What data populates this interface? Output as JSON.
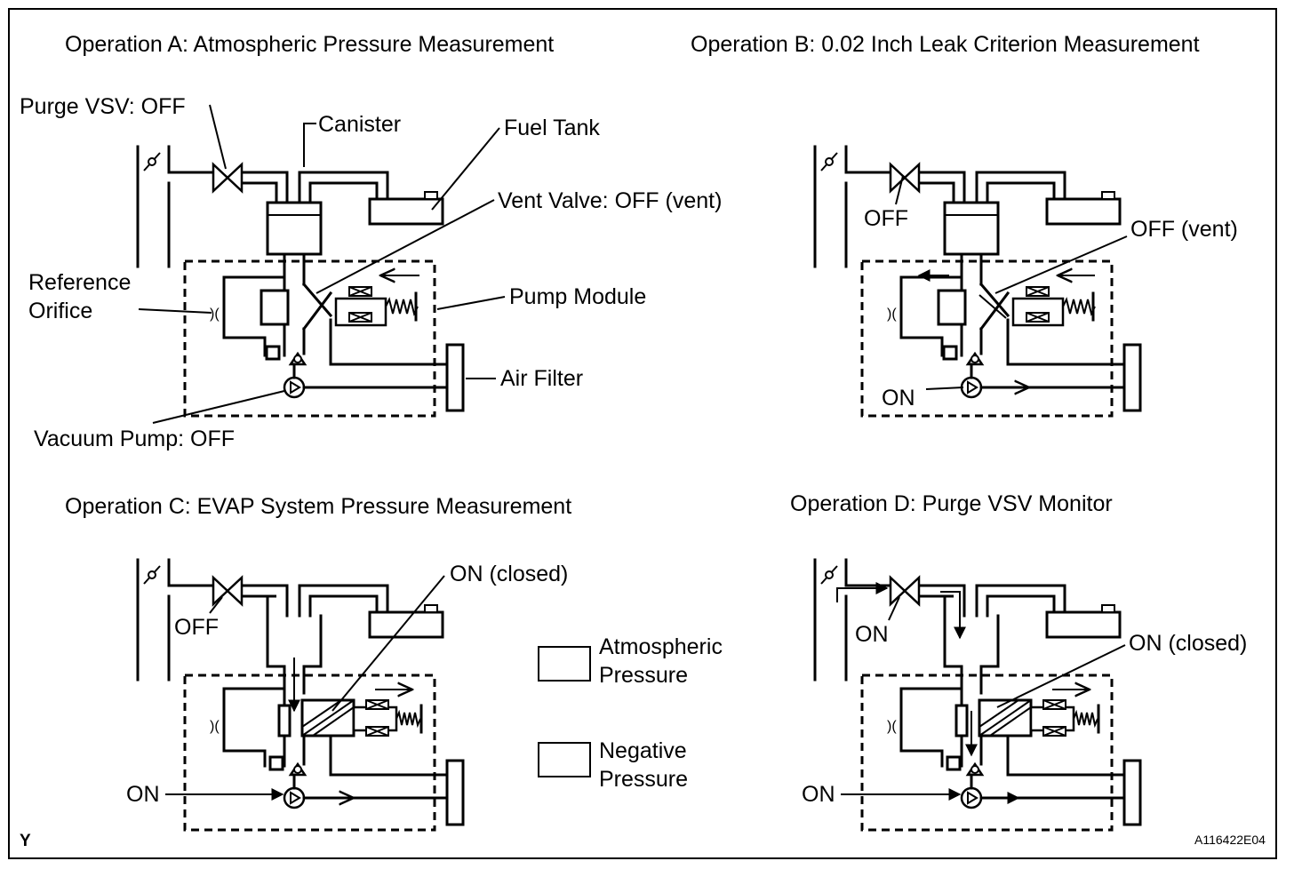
{
  "panels": {
    "a": {
      "title": "Operation A: Atmospheric Pressure Measurement",
      "purge_vsv": "Purge VSV: OFF",
      "canister": "Canister",
      "fuel_tank": "Fuel Tank",
      "vent_valve": "Vent Valve: OFF (vent)",
      "reference_orifice_1": "Reference",
      "reference_orifice_2": "Orifice",
      "pump_module": "Pump Module",
      "air_filter": "Air Filter",
      "vacuum_pump": "Vacuum Pump: OFF"
    },
    "b": {
      "title": "Operation B: 0.02 Inch Leak Criterion Measurement",
      "purge_vsv": "OFF",
      "vent_valve": "OFF (vent)",
      "vacuum_pump": "ON"
    },
    "c": {
      "title": "Operation C: EVAP System Pressure Measurement",
      "purge_vsv": "OFF",
      "vent_valve": "ON (closed)",
      "vacuum_pump": "ON"
    },
    "d": {
      "title": "Operation D: Purge VSV Monitor",
      "purge_vsv": "ON",
      "vent_valve": "ON (closed)",
      "vacuum_pump": "ON"
    }
  },
  "legend": {
    "atmospheric_1": "Atmospheric",
    "atmospheric_2": "Pressure",
    "negative_1": "Negative",
    "negative_2": "Pressure"
  },
  "corner_mark": "Y",
  "figure_id": "A116422E04"
}
